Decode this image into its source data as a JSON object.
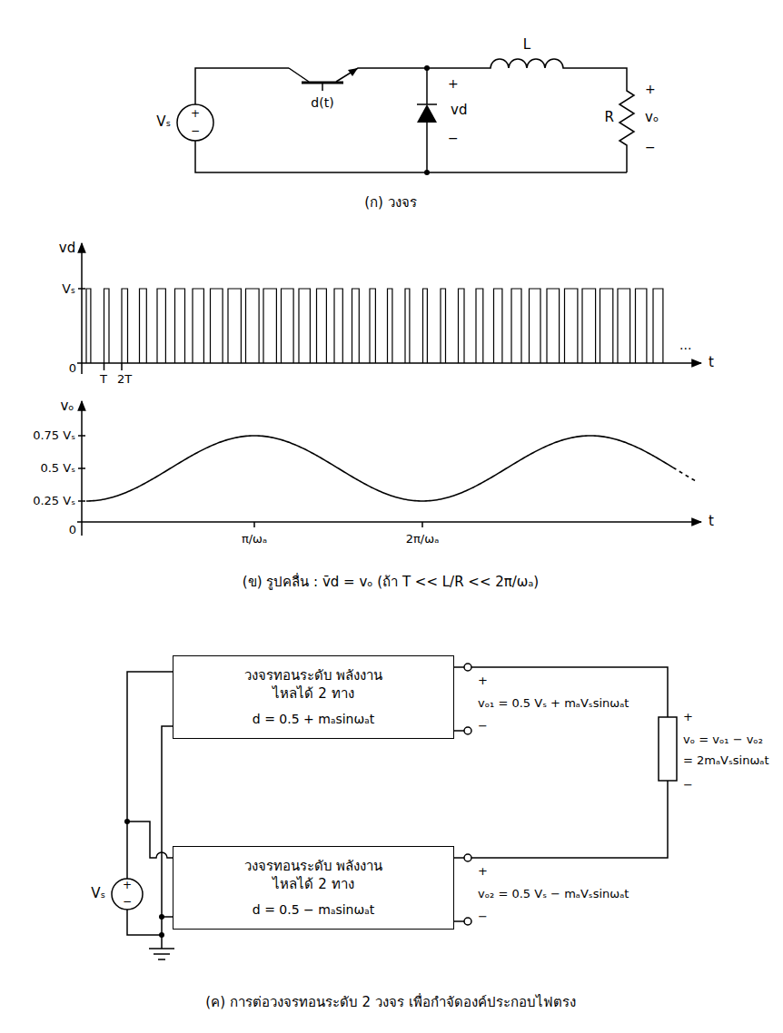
{
  "diagram": {
    "nodes": [
      {
        "text": [
          "วงจรทอนระดับ พลังงานไหลได้ 2 ทาง",
          "d = 0.5 + mₐsinωₐt"
        ]
      },
      {
        "text": [
          "วงจรทอนระดับ พลังงานไหลได้ 2 ทาง",
          "d = 0.5 − mₐsinωₐt"
        ]
      }
    ],
    "labels": [
      "Vₛ",
      "+",
      "−",
      "d(t)",
      "+",
      "vd",
      "−",
      "L",
      "R",
      "+",
      "vₒ",
      "−",
      "(ก) วงจร",
      "vd",
      "Vₛ",
      "0",
      "T",
      "2T",
      "t",
      "...",
      "vₒ",
      "0.75 Vₛ",
      "0.5 Vₛ",
      "0.25 Vₛ",
      "0",
      "π/ωₐ",
      "2π/ωₐ",
      "t",
      "(ข) รูปคลื่น : v̄d = vₒ (ถ้า T << L/R << 2π/ωₐ)",
      "+",
      "vₒ₁ = 0.5 Vₛ + mₐVₛsinωₐt",
      "−",
      "+",
      "vₒ₂ = 0.5 Vₛ − mₐVₛsinωₐt",
      "−",
      "+",
      "vₒ = vₒ₁ − vₒ₂",
      "= 2mₐVₛsinωₐt",
      "−",
      "Vₛ",
      "+",
      "−",
      "(ค) การต่อวงจรทอนระดับ 2 วงจร เพื่อกำจัดองค์ประกอบไฟตรง"
    ]
  }
}
